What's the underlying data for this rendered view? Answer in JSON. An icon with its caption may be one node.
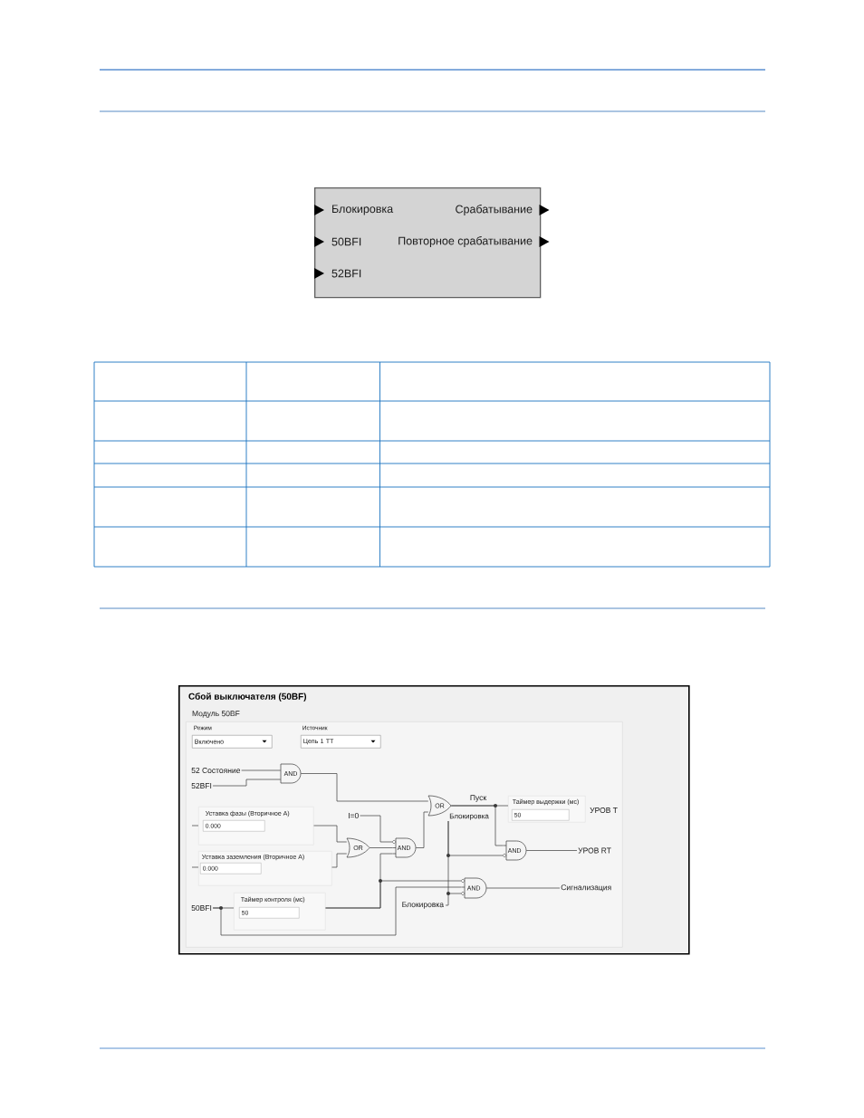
{
  "diagram": {
    "nodes": [
      {
        "text": [
          "Блокировка",
          "50BFI",
          "52BFI",
          "Срабатывание",
          "Повторное срабатывание"
        ]
      },
      {
        "text": [
          "Сбой выключателя (50BF)"
        ]
      },
      {
        "text": [
          "Модуль 50BF"
        ],
        "in": 1
      },
      {
        "text": [
          "Режим",
          "Включено"
        ],
        "in": 2
      },
      {
        "text": [
          "Источник",
          "Цепь 1 ТТ"
        ],
        "in": 2
      },
      {
        "text": [
          "52 Состояние"
        ],
        "in": 2
      },
      {
        "text": [
          "AND"
        ],
        "in": 2
      },
      {
        "text": [
          "52BFI"
        ],
        "in": 2
      },
      {
        "text": [
          "OR"
        ],
        "in": 2
      },
      {
        "text": [
          "Блокировка"
        ],
        "in": 2
      },
      {
        "text": [
          "Таймер выдержки (мс)",
          "50"
        ],
        "in": 2
      },
      {
        "text": [
          "УРОВ T"
        ],
        "in": 2
      },
      {
        "text": [
          "Уставка фазы (Вторичное A)",
          "0.000"
        ],
        "in": 2
      },
      {
        "text": [
          "I=0"
        ],
        "in": 2
      },
      {
        "text": [
          "OR"
        ],
        "in": 2
      },
      {
        "text": [
          "AND"
        ],
        "in": 2
      },
      {
        "text": [
          "AND"
        ],
        "in": 2
      },
      {
        "text": [
          "УРОВ RT"
        ],
        "in": 2
      },
      {
        "text": [
          "Уставка заземления (Вторичное A)",
          "0.000"
        ],
        "in": 2
      },
      {
        "text": [
          "AND"
        ],
        "in": 2
      },
      {
        "text": [
          "Сигнализация"
        ],
        "in": 2
      },
      {
        "text": [
          "50BFI"
        ],
        "in": 2
      },
      {
        "text": [
          "Таймер контроля (мс)",
          "50"
        ],
        "in": 2
      }
    ],
    "edges": [
      {
        "from": 5,
        "to": 6,
        "arrow": "none"
      },
      {
        "from": 7,
        "to": 6,
        "arrow": "none"
      },
      {
        "from": 6,
        "to": 8,
        "arrow": "none"
      },
      {
        "from": null,
        "to": 12,
        "arrow": "none"
      },
      {
        "from": null,
        "to": 18,
        "arrow": "none"
      },
      {
        "from": 12,
        "to": 14,
        "arrow": "none"
      },
      {
        "from": 18,
        "to": 14,
        "arrow": "none"
      },
      {
        "from": 14,
        "to": 15,
        "arrow": "none"
      },
      {
        "from": 13,
        "to": 15,
        "arrow": "none"
      },
      {
        "from": 22,
        "to": 15,
        "arrow": "none"
      },
      {
        "from": 22,
        "to": 19,
        "arrow": "none"
      },
      {
        "from": 21,
        "to": 22,
        "arrow": "none"
      },
      {
        "from": 21,
        "to": 19,
        "arrow": "none"
      },
      {
        "from": 15,
        "to": 8,
        "arrow": "none"
      },
      {
        "from": 8,
        "to": 10,
        "arrow": "none",
        "label": "Пуск"
      },
      {
        "from": 8,
        "to": 16,
        "arrow": "none"
      },
      {
        "from": 9,
        "to": 16,
        "arrow": "none"
      },
      {
        "from": 9,
        "to": 19,
        "arrow": "none"
      },
      {
        "from": 16,
        "to": 17,
        "arrow": "none"
      },
      {
        "from": 19,
        "to": 20,
        "arrow": "none"
      }
    ],
    "labels": [
      "Блокировка"
    ]
  }
}
